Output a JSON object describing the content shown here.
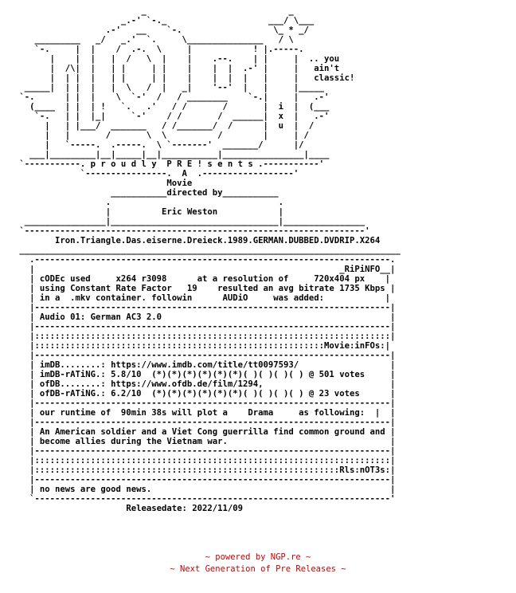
{
  "nfo": {
    "lines": [
      "                         _                            _    ",
      "                     _.-' `-._                    ___/ \\___",
      "                  .-'   __    `-.                  \\_ * _/ ",
      "    _________   _/   _.'  `.     \\_______________   / \\    ",
      "    `-.     |  |    /  .-.  \\     |            ! |.-----.   ",
      "       |    |  |   |  /   \\  |    |    .--.    | |     |  .. you",
      "       |  /\\|  |   | |     | |    |    |  |  .-' |     |   ain't",
      "       |  | |  |   | |     | |    |    |  |  |   |     |   classic!",
      "  _____|  | |  |   |  \\   /  |   _|    '--'  |   |     |_____",
      " `-.      | |  |    \\  `-'  /   / ________    `-.|     |   .-'",
      "   (____  | |  | !   `.   .'   / /       /       |  i  |  (___",
      "    `-.   | |  |_|     `-'    / /       /  ______|  x  |   .-'",
      "      |   | |___/  _______   / /_______/  /      |  u  |  /",
      "      |   |       /       \\  \\          /        |     | /",
      "      |   `-----.  .-----.  \\ `-------'  _______/      |/",
      "   ___|_________|__|_____|__|___________|________________|____",
      " `-----------. p r o u d l y  P R E ! s e n t s .-----------'",
      "             `----------------.  A  .------------------'",
      "                              Movie",
      "                   ___________directed by___________",
      "                  .                                 .",
      "                  |          Eric Weston            |",
      "  ________________|_________________________________|________________",
      " `-------------------------------------------------------------------'",
      "        Iron.Triangle.Das.eiserne.Dreieck.1989.GERMAN.DUBBED.DVDRIP.X264",
      " ___________________________________________________________________________",
      "   .----------------------------------------------------------------------.",
      "   |                                                            _RiPiNFO__|",
      "   | cODEc used     x264 r3098      at a resolution of     720x404 px    |",
      "   | using Constant Rate Factor   19    resulted an avg bitrate 1735 Kbps |",
      "   | in a  .mkv container. followin      AUDiO     was added:            |",
      "   |----------------------------------------------------------------------|",
      "   | Audio 01: German AC3 2.0                                             |",
      "   |----------------------------------------------------------------------|",
      "   |::::::::::::::::::::::::::::::::::::::::::::::::::::::::::::::::::::::|",
      "   |:::::::::::::::::::::::::::::::::::::::::::::::::::::::::Movie:inFOs:|",
      "   |----------------------------------------------------------------------|",
      "   | imDB........: https://www.imdb.com/title/tt0097593/                  |",
      "   | imDB-rATiNG.: 5.8/10  (*)(*)(*)(*)(*)(*)( )( )( )( ) @ 501 votes     |",
      "   | ofDB........: https://www.ofdb.de/film/1294,                         |",
      "   | ofDB-rATiNG.: 6.2/10  (*)(*)(*)(*)(*)(*)( )( )( )( ) @ 23 votes      |",
      "   |----------------------------------------------------------------------|",
      "   | our runtime of  90min 38s will plot a    Drama     as following:  |  |",
      "   |----------------------------------------------------------------------|",
      "   | An American soldier and a Viet Cong guerrilla find common ground and |",
      "   | become allies during the Vietnam war.                                |",
      "   |----------------------------------------------------------------------|",
      "   |::::::::::::::::::::::::::::::::::::::::::::::::::::::::::::::::::::::|",
      "   |::::::::::::::::::::::::::::::::::::::::::::::::::::::::::::Rls:nOT3s:|",
      "   |----------------------------------------------------------------------|",
      "   | no news are good news.                                               |",
      "   `----------------------------------------------------------------------'",
      "                      Releasedate: 2022/11/09"
    ]
  },
  "footer": {
    "line1": "~ powered by NGP.re ~",
    "line2": "~ Next Generation of Pre Releases ~",
    "color": "#cc0000"
  }
}
